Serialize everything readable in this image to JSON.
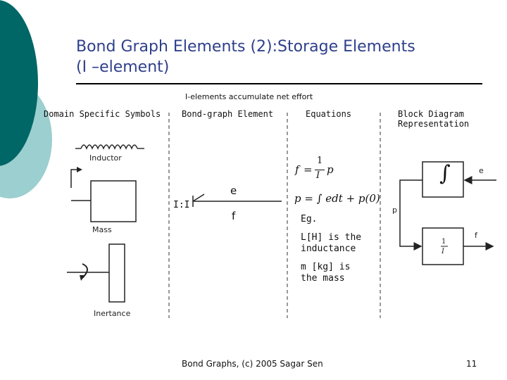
{
  "slide": {
    "title_line1": "Bond Graph Elements (2):Storage Elements",
    "title_line2": "(I –element)",
    "subtitle": "I-elements accumulate net effort"
  },
  "columns": {
    "domain": "Domain Specific Symbols",
    "bond": "Bond-graph Element",
    "equations": "Equations",
    "block_line1": "Block Diagram",
    "block_line2": "Representation"
  },
  "symbols": {
    "inductor": "Inductor",
    "mass": "Mass",
    "inertance": "Inertance"
  },
  "bond_graph": {
    "element": "I:I",
    "effort": "e",
    "flow": "f"
  },
  "equations": {
    "eq1_lhs": "f",
    "eq1_num": "1",
    "eq1_den": "I",
    "eq1_var": "p",
    "eq2": "p = ∫ edt + p(0)",
    "example": "Eg.",
    "note1_line1": "L[H] is the",
    "note1_line2": "inductance",
    "note2_line1": "m [kg] is",
    "note2_line2": "the mass"
  },
  "block": {
    "integral": "∫",
    "effort_in": "e",
    "p_label": "p",
    "gain_num": "1",
    "gain_den": "I",
    "flow_out": "f"
  },
  "footer": {
    "text": "Bond Graphs, (c) 2005 Sagar Sen",
    "page": "11"
  },
  "colors": {
    "teal_dark": "#006666",
    "teal_light": "#9ccfcf",
    "title": "#2e3f8a"
  }
}
